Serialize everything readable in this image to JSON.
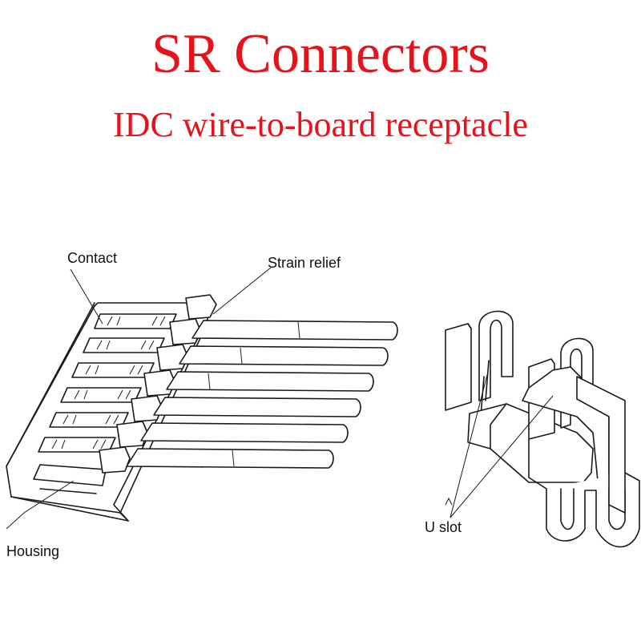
{
  "header": {
    "title": "SR Connectors",
    "subtitle": "IDC wire-to-board receptacle"
  },
  "labels": {
    "contact": "Contact",
    "strain_relief": "Strain relief",
    "housing": "Housing",
    "u_slot": "U slot"
  },
  "colors": {
    "title": "#e8121a",
    "line_art": "#1a1a1a"
  }
}
